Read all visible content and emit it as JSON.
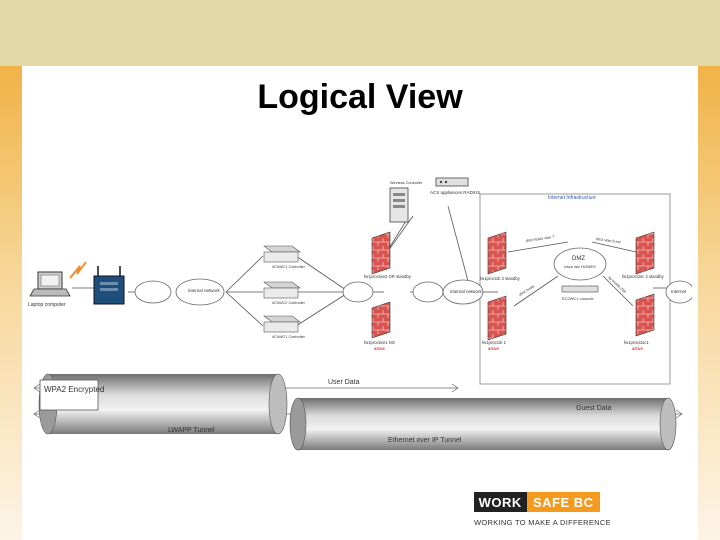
{
  "slide": {
    "title": "Logical View"
  },
  "logo": {
    "work": "WORK",
    "safebc": "SAFE BC",
    "tagline": "WORKING TO MAKE A DIFFERENCE"
  },
  "diagram": {
    "laptop_label": "Laptop computer",
    "internal_network_left": "internal network",
    "internal_network_mid": "internal network",
    "controllers": [
      "4ChWC1 Controller",
      "4ChWC2 Controller",
      "4ChWC1 Controller"
    ],
    "server_label": "Wireless Controller",
    "acs_label": "ACS appliances RADIUS",
    "fw1_label": "fw1proctive2 OR standby",
    "fw2_label": "fw1proctive1 NO",
    "fw2_status": "active",
    "fw3_label": "fw1proct1b 2 standby",
    "fw4_label": "fw1proct1b 1",
    "fw4_status": "active",
    "fw5_label": "fw1proct1sc 2 standby",
    "fw6_label": "fw1proct1sc1",
    "fw6_status": "active",
    "infra_label": "Internet Infrastructure",
    "dmz_label": "DMZ",
    "dmz_sub": "cisco wlc HOMES",
    "dmz_console": "EC2WC1 console",
    "internet_label": "Internet",
    "link_labels": [
      "dmz-hosts vlan 7",
      "dmz-vlan 8 ext",
      "dmz-hosts",
      "fw-inside vlan"
    ],
    "wpa2_label": "WPA2 Encrypted",
    "user_data_label": "User Data",
    "guest_data_label": "Guest Data",
    "lwapp_label": "LWAPP Tunnel",
    "eoip_label": "Ethernet over IP Tunnel"
  }
}
